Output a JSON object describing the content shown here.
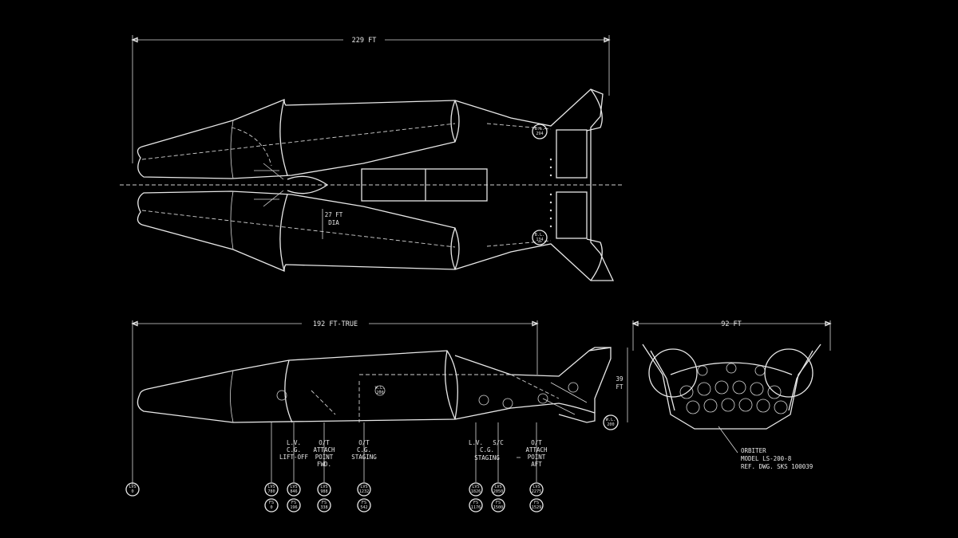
{
  "dimensions": {
    "span": "229 FT",
    "tank_dia_value": "27 FT",
    "tank_dia_label": "DIA",
    "length": "192 FT-TRUE",
    "width": "92 FT",
    "height_value": "39",
    "height_unit": "FT",
    "wl_value": "W.L.",
    "wl_num": "200"
  },
  "callouts": [
    {
      "l1": "L.V.",
      "l2": "C.G.",
      "l3": "LIFT-OFF",
      "l4": ""
    },
    {
      "l1": "O/T",
      "l2": "ATTACH",
      "l3": "POINT",
      "l4": "FWD."
    },
    {
      "l1": "O/T",
      "l2": "C.G.",
      "l3": "STAGING",
      "l4": ""
    },
    {
      "l1": "L.V.",
      "l2": "",
      "l3": "",
      "l4": ""
    },
    {
      "l1": "S/C",
      "l2": "",
      "l3": "",
      "l4": ""
    },
    {
      "l1": "O/T",
      "l2": "ATTACH",
      "l3": "POINT",
      "l4": "AFT"
    }
  ],
  "staging": {
    "l1": "C.G.",
    "l2": "STAGING"
  },
  "markers": [
    {
      "a": "LVS",
      "b": "0"
    },
    {
      "a": "LVS",
      "b": "780"
    },
    {
      "a": "LVS",
      "b": "846"
    },
    {
      "a": "LVS",
      "b": "988"
    },
    {
      "a": "LVS",
      "b": "1232"
    },
    {
      "a": "LVS",
      "b": "1826"
    },
    {
      "a": "LVS",
      "b": "2050"
    },
    {
      "a": "LVS",
      "b": "2275"
    }
  ],
  "markers2": [
    {
      "a": "FS",
      "b": "0"
    },
    {
      "a": "FS",
      "b": "196"
    },
    {
      "a": "FS",
      "b": "338"
    },
    {
      "a": "FS",
      "b": "542"
    },
    {
      "a": "FS",
      "b": "1176"
    },
    {
      "a": "FS",
      "b": "1500"
    },
    {
      "a": "FS",
      "b": "1529"
    }
  ],
  "tags": {
    "bl1": "B.L.",
    "bl1n": "294",
    "bl2": "B.L.",
    "bl2n": "134",
    "wl1": "W.L.",
    "wl1n": "200"
  },
  "orbiter_note": {
    "title": "ORBITER",
    "model": "MODEL LS-200-8",
    "ref": "REF. DWG. SKS 100039"
  }
}
